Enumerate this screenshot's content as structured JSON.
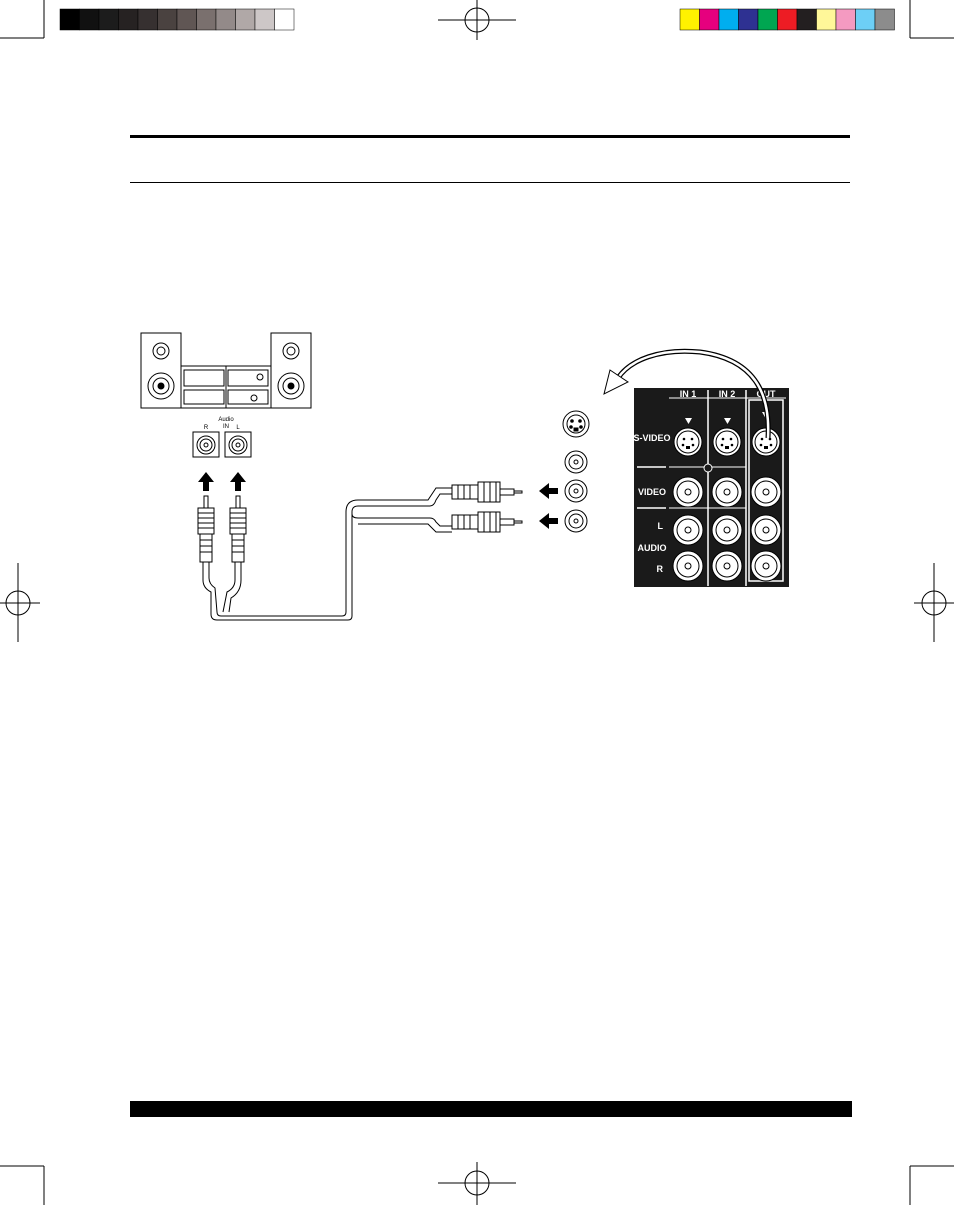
{
  "print_marks": {
    "grayscale_bar": [
      "#000000",
      "#111111",
      "#1c1c1c",
      "#262222",
      "#363030",
      "#4a4240",
      "#605654",
      "#7a706e",
      "#938a89",
      "#b0a8a7",
      "#cdc7c7",
      "#ffffff"
    ],
    "color_bar": [
      "#fff200",
      "#e6007e",
      "#00aeef",
      "#2e3192",
      "#00a651",
      "#ed1c24",
      "#231f20",
      "#fff799",
      "#f49ac1",
      "#6dcff6",
      "#8c8c8c"
    ]
  },
  "stereo": {
    "audio_in_label": "Audio",
    "audio_in_label2": "IN",
    "jack_right": "R",
    "jack_left": "L"
  },
  "panel": {
    "column_labels": [
      "IN 1",
      "IN 2",
      "OUT"
    ],
    "row_labels": {
      "s_video": "S-VIDEO",
      "video": "VIDEO",
      "audio_l": "L",
      "audio": "AUDIO",
      "audio_r": "R"
    }
  }
}
